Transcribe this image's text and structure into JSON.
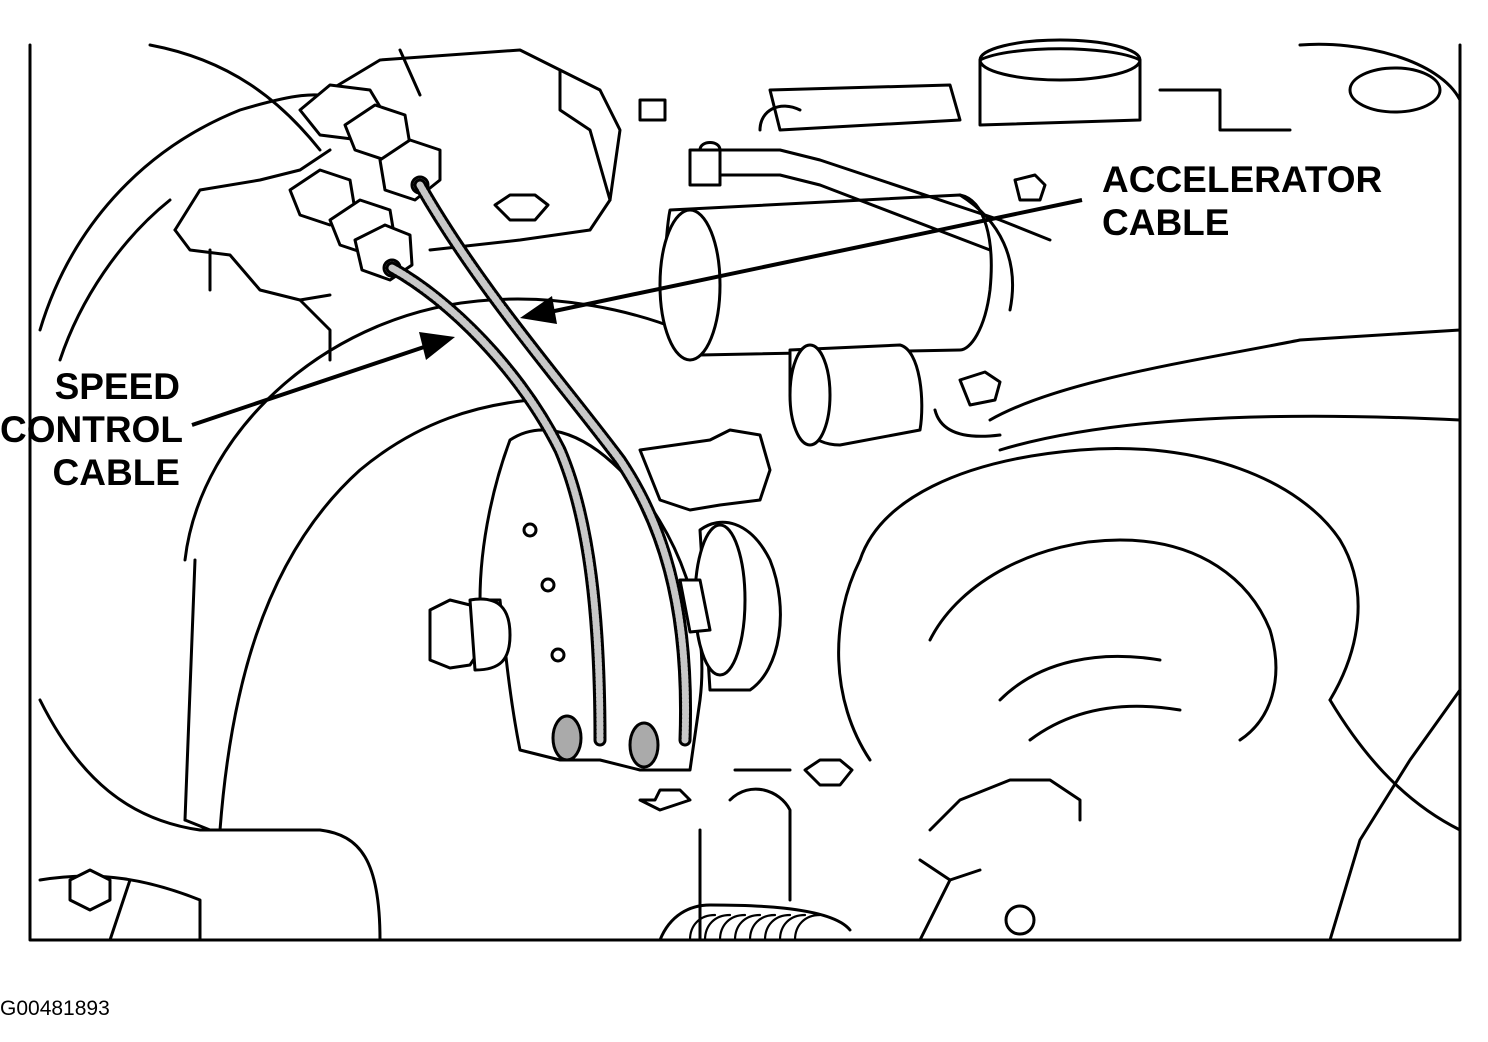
{
  "labels": {
    "accelerator_cable": [
      "ACCELERATOR",
      "CABLE"
    ],
    "speed_control_cable": [
      "SPEED",
      "CONTROL",
      "CABLE"
    ]
  },
  "figure_id": "G00481893",
  "colors": {
    "line": "#000000",
    "background": "#ffffff",
    "cable_fill": "#c8c8c8"
  }
}
